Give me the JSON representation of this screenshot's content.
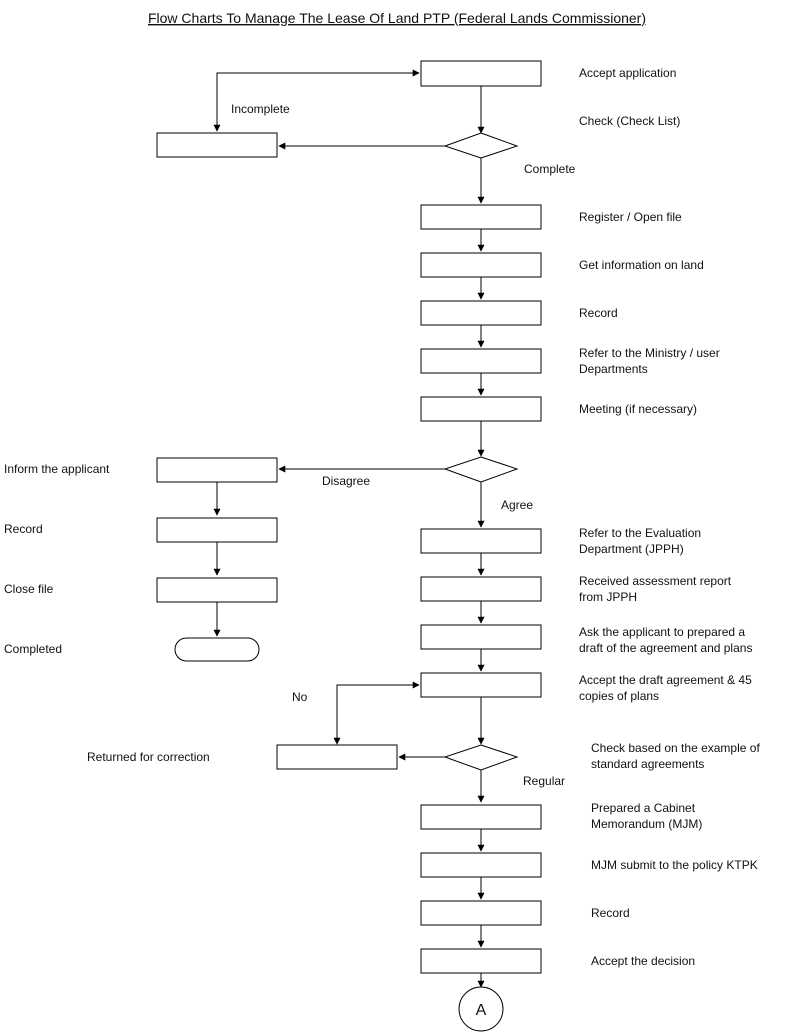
{
  "title": "Flow Charts To Manage The Lease Of Land PTP (Federal Lands Commissioner)",
  "main_steps": [
    {
      "lines": [
        "Accept application"
      ]
    },
    {
      "lines": [
        "Check (Check List)"
      ]
    },
    {
      "lines": [
        "Register / Open file"
      ]
    },
    {
      "lines": [
        "Get information on land"
      ]
    },
    {
      "lines": [
        "Record"
      ]
    },
    {
      "lines": [
        "Refer to the Ministry / user",
        "Departments"
      ]
    },
    {
      "lines": [
        "Meeting (if necessary)"
      ]
    },
    {
      "lines": [
        "Refer to the Evaluation",
        "Department (JPPH)"
      ]
    },
    {
      "lines": [
        "Received assessment report",
        "from JPPH"
      ]
    },
    {
      "lines": [
        "Ask the applicant to prepared a",
        "draft of the agreement and plans"
      ]
    },
    {
      "lines": [
        "Accept the draft agreement & 45",
        "copies of plans"
      ]
    },
    {
      "lines": [
        "Check based on the example of",
        "standard agreements"
      ]
    },
    {
      "lines": [
        "Prepared a Cabinet",
        "Memorandum (MJM)"
      ]
    },
    {
      "lines": [
        "MJM submit to the policy KTPK"
      ]
    },
    {
      "lines": [
        "Record"
      ]
    },
    {
      "lines": [
        "Accept the decision"
      ]
    }
  ],
  "left_steps": [
    {
      "lines": [
        "Inform the applicant"
      ]
    },
    {
      "lines": [
        "Record"
      ]
    },
    {
      "lines": [
        "Close file"
      ]
    },
    {
      "lines": [
        "Completed"
      ]
    },
    {
      "lines": [
        "Returned for correction"
      ]
    }
  ],
  "branch_labels": {
    "incomplete": "Incomplete",
    "complete": "Complete",
    "disagree": "Disagree",
    "agree": "Agree",
    "no": "No",
    "regular": "Regular"
  },
  "connector": "A"
}
